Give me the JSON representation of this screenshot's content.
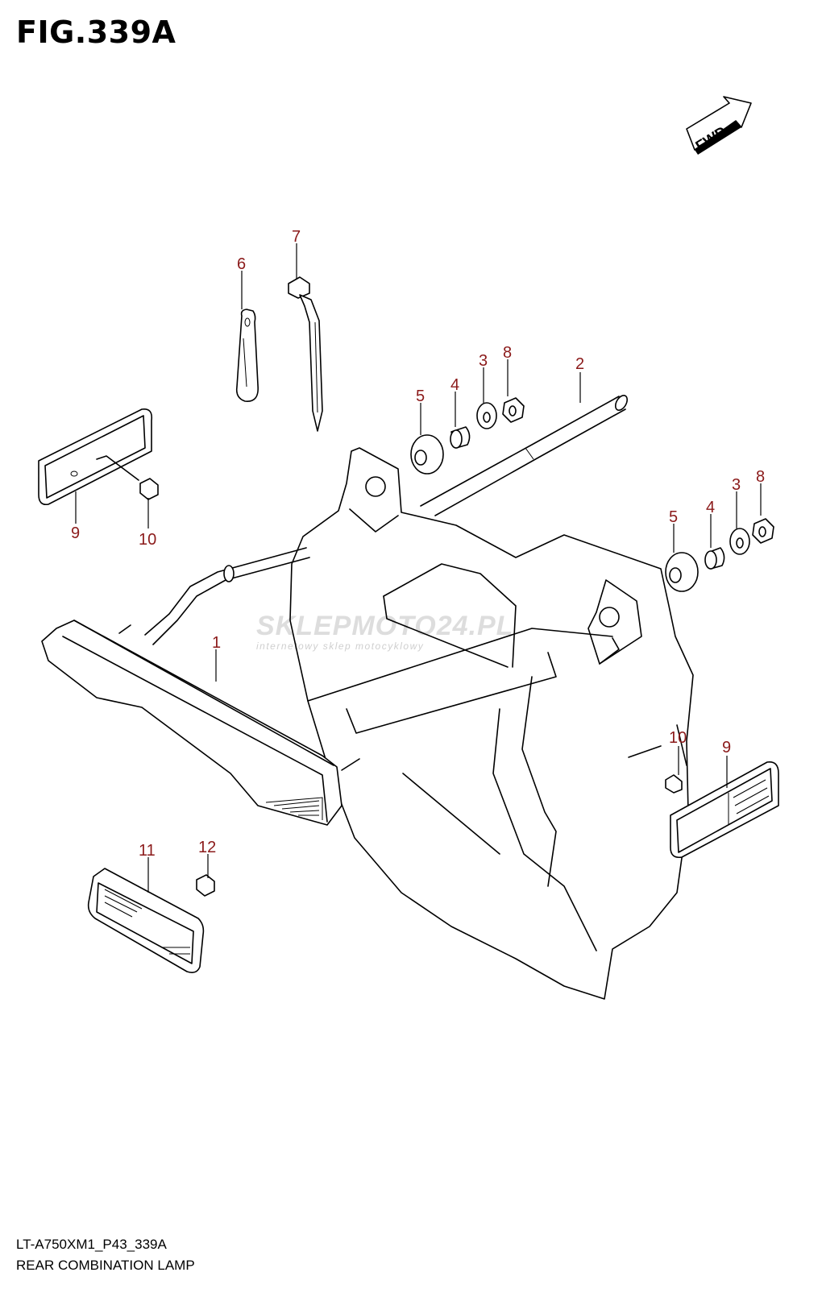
{
  "figure": {
    "title": "FIG.339A",
    "code": "LT-A750XM1_P43_339A",
    "name": "REAR COMBINATION LAMP",
    "fwd_label": "FWD"
  },
  "watermark": {
    "text": "SKLEPMOTO24.PL",
    "tagline": "internetowy sklep motocyklowy"
  },
  "callouts": [
    "1",
    "2",
    "3",
    "4",
    "5",
    "6",
    "7",
    "8",
    "3",
    "4",
    "5",
    "8",
    "9",
    "10",
    "10",
    "9",
    "11",
    "12"
  ],
  "colors": {
    "callout": "#8b1a1a",
    "line": "#000000"
  }
}
